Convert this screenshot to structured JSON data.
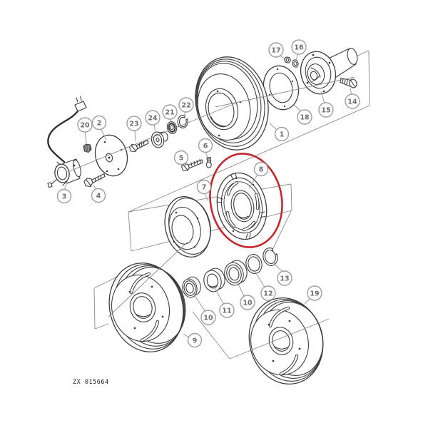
{
  "diagram": {
    "caption": "ZX 015664",
    "highlighted_callout": "8"
  },
  "colors": {
    "highlight_red": "#c5272d",
    "line": "#3d3d3d",
    "callout_ring": "#9e9e9e",
    "callout_text": "#6e6e6e",
    "background": "#ffffff"
  },
  "callouts": {
    "c1": "1",
    "c2": "2",
    "c3": "3",
    "c4": "4",
    "c5": "5",
    "c6": "6",
    "c7": "7",
    "c8": "8",
    "c9": "9",
    "c10a": "10",
    "c10b": "10",
    "c11": "11",
    "c12": "12",
    "c13": "13",
    "c14": "14",
    "c15": "15",
    "c16": "16",
    "c17": "17",
    "c18": "18",
    "c19": "19",
    "c20": "20",
    "c21": "21",
    "c22": "22",
    "c23": "23",
    "c24": "24"
  }
}
